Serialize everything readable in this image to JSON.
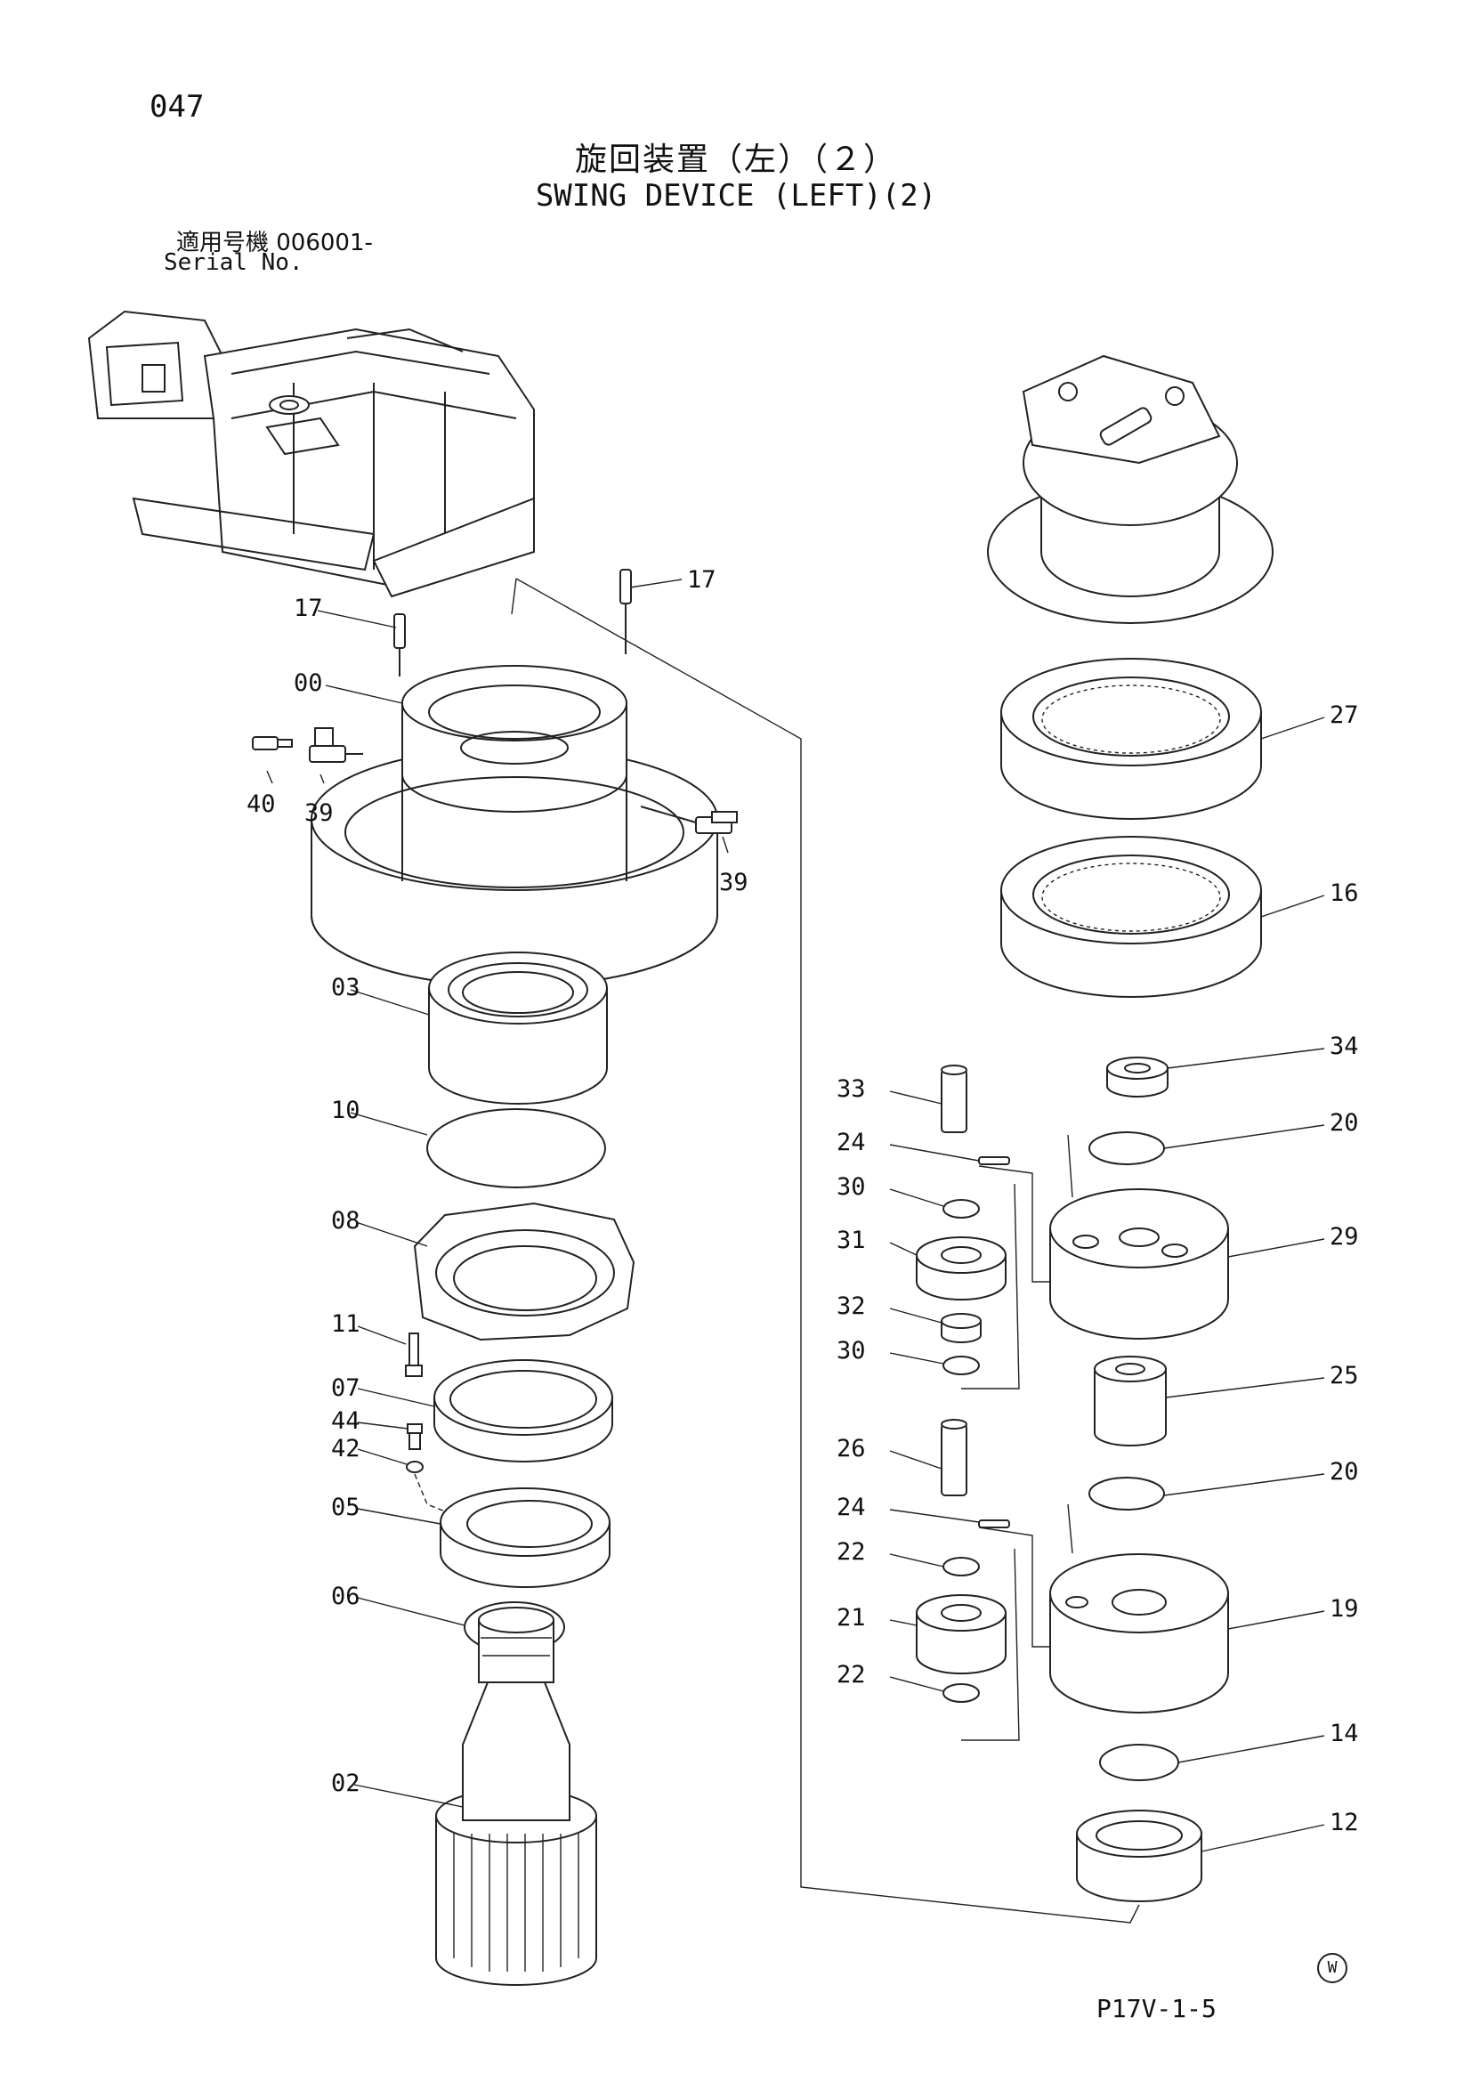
{
  "page": {
    "number": "047",
    "title_jp": "旋回装置（左）（２）",
    "title_en": "SWING DEVICE (LEFT)(2)",
    "serial_jp": "適用号機  006001-",
    "serial_en": "Serial No.",
    "code": "P17V-1-5",
    "mark": "W"
  },
  "callouts": [
    "17",
    "17",
    "00",
    "40",
    "39",
    "39",
    "03",
    "10",
    "08",
    "11",
    "07",
    "44",
    "42",
    "05",
    "06",
    "02",
    "27",
    "16",
    "34",
    "33",
    "20",
    "24",
    "30",
    "29",
    "31",
    "32",
    "30",
    "25",
    "26",
    "20",
    "24",
    "22",
    "19",
    "21",
    "22",
    "14",
    "12"
  ]
}
